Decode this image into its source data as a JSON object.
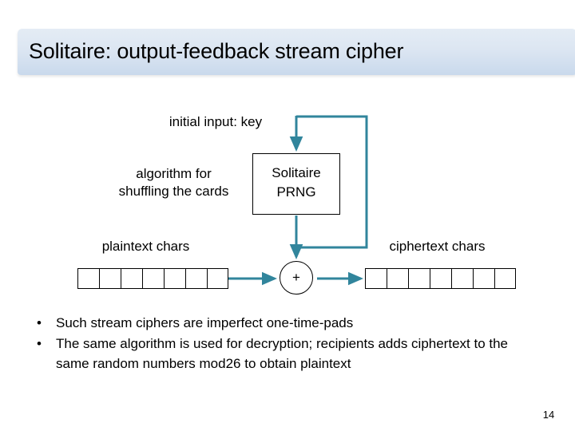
{
  "slide": {
    "title": "Solitaire: output-feedback stream cipher",
    "number": "14"
  },
  "diagram": {
    "initial_input_label": "initial input: key",
    "algorithm_label_line1": "algorithm for",
    "algorithm_label_line2": "shuffling the cards",
    "prng_label_line1": "Solitaire",
    "prng_label_line2": "PRNG",
    "plaintext_label": "plaintext chars",
    "ciphertext_label": "ciphertext chars",
    "adder_symbol": "+",
    "plaintext_cell_count": 7,
    "ciphertext_cell_count": 7,
    "arrow_color": "#31859C"
  },
  "bullets": [
    {
      "marker": "•",
      "text": "Such stream ciphers are imperfect one-time-pads"
    },
    {
      "marker": "•",
      "text": "The same algorithm is used for decryption; recipients adds ciphertext to the same random numbers mod26 to obtain plaintext"
    }
  ]
}
